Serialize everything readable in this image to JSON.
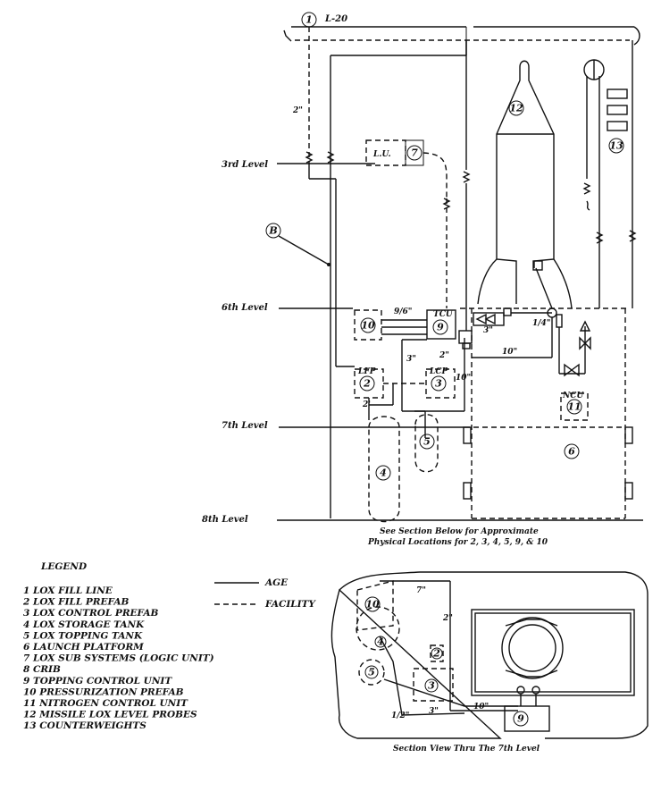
{
  "levels": {
    "l20": "L-20",
    "third": "3rd Level",
    "sixth": "6th Level",
    "seventh": "7th Level",
    "eighth": "8th Level"
  },
  "callouts": {
    "c1": "1",
    "c2": "2",
    "c3": "3",
    "c4": "4",
    "c5": "5",
    "c6": "6",
    "c7": "7",
    "c9": "9",
    "c10": "10",
    "c11": "11",
    "c12": "12",
    "c13": "13",
    "b": "B"
  },
  "boxes": {
    "lu": "L.U.",
    "tcu": "TCU",
    "lfp": "LFP",
    "lcp": "LCP",
    "ncu": "NCU"
  },
  "pipe_sizes": {
    "two_in": "2\"",
    "nine_sixteenth": "9/6\"",
    "three_in": "3\"",
    "quarter_in": "1/4\"",
    "ten_in": "10\"",
    "ten_in_b": "10\"",
    "two_ft": "2'",
    "two_in_b": "2\"",
    "three_in_b": "3\""
  },
  "note": {
    "line1": "See Section Below for Approximate",
    "line2": "Physical Locations for 2, 3, 4, 5, 9, & 10"
  },
  "legend": {
    "title": "LEGEND",
    "items": [
      "1  LOX FILL LINE",
      "2  LOX FILL PREFAB",
      "3  LOX CONTROL PREFAB",
      "4  LOX STORAGE TANK",
      "5  LOX TOPPING TANK",
      "6  LAUNCH PLATFORM",
      "7  LOX SUB SYSTEMS (LOGIC UNIT)",
      "8  CRIB",
      "9  TOPPING CONTROL UNIT",
      "10  PRESSURIZATION PREFAB",
      "11  NITROGEN CONTROL UNIT",
      "12  MISSILE LOX LEVEL PROBES",
      "13  COUNTERWEIGHTS"
    ],
    "age": "AGE",
    "facility": "FACILITY"
  },
  "section": {
    "c10": "10",
    "c4": "4",
    "c2": "2",
    "c5": "5",
    "c3": "3",
    "c9": "9",
    "seven_in": "7\"",
    "two_in": "2\"",
    "ten_in": "10\"",
    "three_in": "3\"",
    "half_in": "1/2\"",
    "caption": "Section View Thru The 7th Level"
  }
}
